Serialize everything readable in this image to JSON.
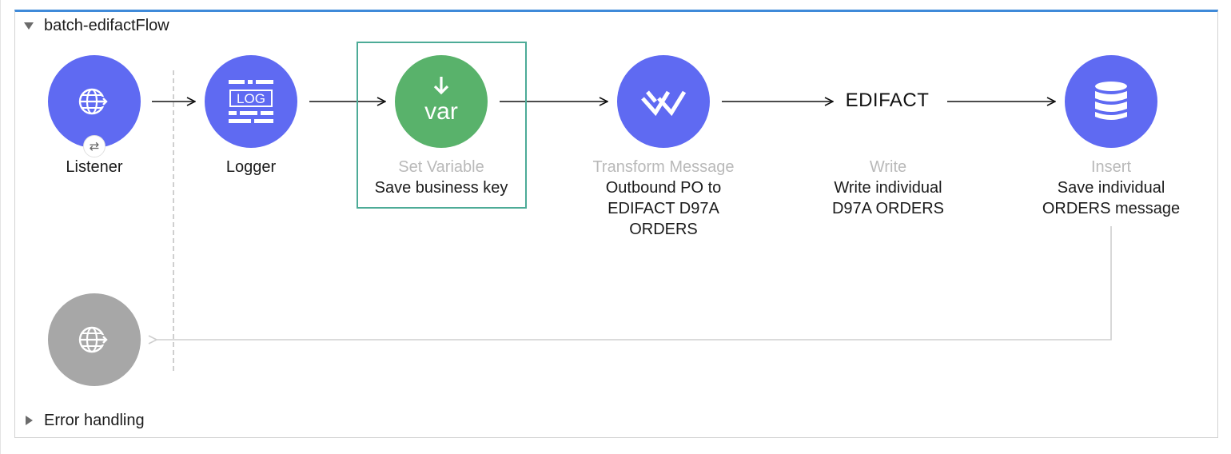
{
  "flow": {
    "title": "batch-edifactFlow",
    "error_handling_label": "Error handling"
  },
  "nodes": {
    "listener": {
      "name": "Listener",
      "icon": "globe-arrow-icon",
      "badge": "⇄"
    },
    "logger": {
      "name": "Logger",
      "icon": "log-icon",
      "icon_text": "LOG"
    },
    "set_variable": {
      "type": "Set Variable",
      "name": "Save business key",
      "icon": "var-icon",
      "icon_text": "var"
    },
    "transform": {
      "type": "Transform Message",
      "name_lines": [
        "Outbound PO to",
        "EDIFACT D97A",
        "ORDERS"
      ],
      "icon": "dataweave-icon"
    },
    "write": {
      "label": "EDIFACT",
      "type": "Write",
      "name_lines": [
        "Write individual",
        "D97A ORDERS"
      ]
    },
    "insert": {
      "type": "Insert",
      "name_lines": [
        "Save individual",
        "ORDERS message"
      ],
      "icon": "database-icon"
    },
    "response": {
      "icon": "globe-arrow-icon"
    }
  },
  "colors": {
    "accent_blue": "#5f6af2",
    "var_green": "#59b26b",
    "selection": "#4dab97",
    "disabled_grey": "#a7a7a7",
    "header_bar": "#3f8ad9"
  }
}
